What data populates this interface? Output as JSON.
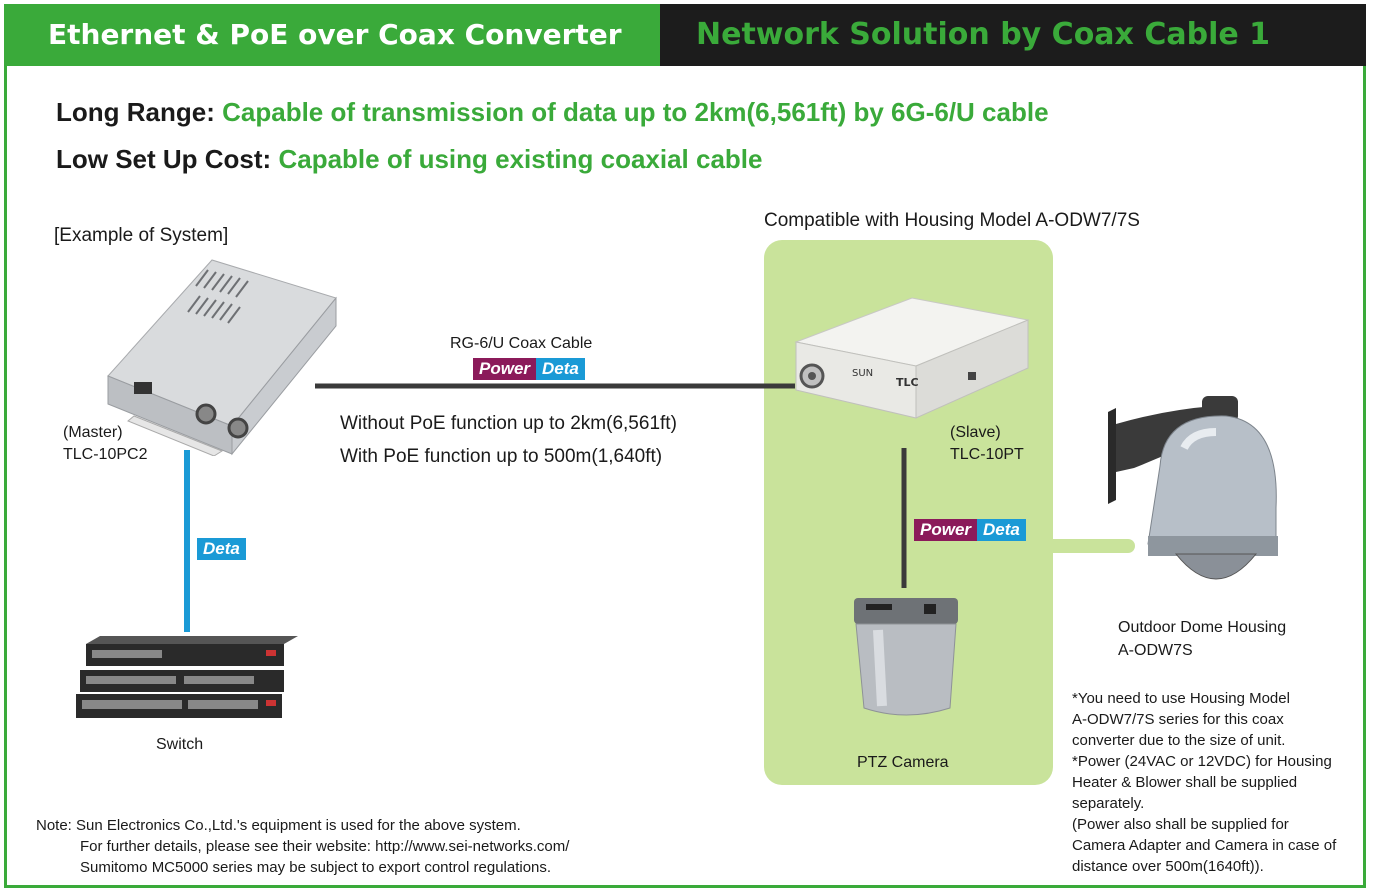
{
  "header": {
    "left_title": "Ethernet & PoE over Coax Converter",
    "right_title": "Network Solution by Coax Cable 1"
  },
  "features": [
    {
      "label": "Long Range:",
      "text": "Capable of transmission of data up to 2km(6,561ft) by 6G-6/U cable"
    },
    {
      "label": "Low Set Up Cost:",
      "text": "Capable of using existing coaxial cable"
    }
  ],
  "system_example_label": "[Example of System]",
  "compatible_label": "Compatible with Housing Model A-ODW7/7S",
  "master": {
    "role": "(Master)",
    "model": "TLC-10PC2"
  },
  "slave": {
    "role": "(Slave)",
    "model": "TLC-10PT"
  },
  "cable_label": "RG-6/U Coax Cable",
  "badges": {
    "power": "Power",
    "data": "Deta"
  },
  "distance": {
    "without_poe": "Without PoE function up to 2km(6,561ft)",
    "with_poe": "With PoE function up to 500m(1,640ft)"
  },
  "switch_label": "Switch",
  "ptz_label": "PTZ Camera",
  "dome": {
    "line1": "Outdoor Dome Housing",
    "line2": "A-ODW7S"
  },
  "footnotes": [
    "*You need to use Housing Model",
    "A-ODW7/7S series for this coax",
    "converter due to the size of unit.",
    "*Power (24VAC or 12VDC) for  Housing",
    "Heater & Blower shall be supplied",
    "separately.",
    "(Power also shall be supplied for",
    "Camera Adapter and Camera in case of",
    "distance over 500m(1640ft))."
  ],
  "note": [
    "Note: Sun Electronics Co.,Ltd.'s equipment is used for the above system.",
    "For further details, please see their website: http://www.sei-networks.com/",
    "Sumitomo MC5000 series may be subject to export control regulations."
  ],
  "device_text": {
    "slave_logo": "SUN",
    "slave_brand": "TLC"
  },
  "colors": {
    "green": "#3aaa3a",
    "panel_green": "#c9e39b",
    "header_dark": "#1c1c1c",
    "power": "#8b1a5a",
    "data": "#1a9ad6"
  }
}
